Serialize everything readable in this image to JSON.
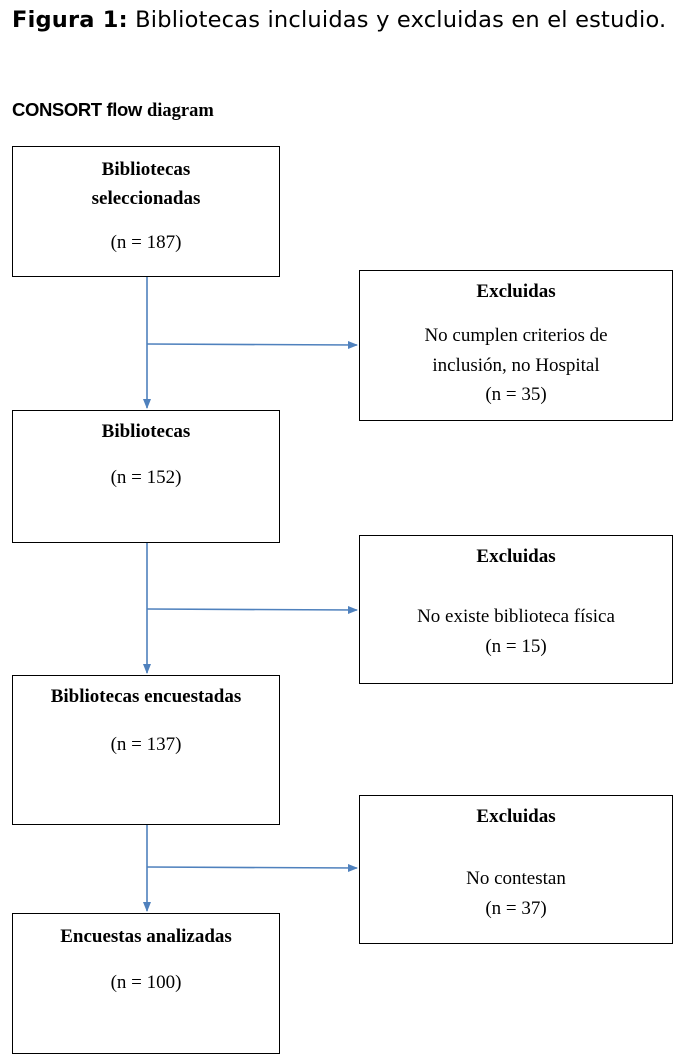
{
  "caption": {
    "label": "Figura 1:",
    "text": "Bibliotecas incluidas y excluidas en el estudio."
  },
  "subtitle": {
    "part1": "CONSORT flow",
    "part2": "diagram"
  },
  "main_boxes": [
    {
      "title_lines": [
        "Bibliotecas",
        "seleccionadas"
      ],
      "count": "(n = 187)"
    },
    {
      "title_lines": [
        "Bibliotecas"
      ],
      "count": "(n = 152)"
    },
    {
      "title_lines": [
        "Bibliotecas encuestadas"
      ],
      "count": "(n = 137)"
    },
    {
      "title_lines": [
        "Encuestas analizadas"
      ],
      "count": "(n = 100)"
    }
  ],
  "excluded_boxes": [
    {
      "title": "Excluidas",
      "reason_lines": [
        "No cumplen criterios de",
        "inclusión, no Hospital"
      ],
      "count": "(n = 35)"
    },
    {
      "title": "Excluidas",
      "reason_lines": [
        "No existe biblioteca física"
      ],
      "count": "(n = 15)"
    },
    {
      "title": "Excluidas",
      "reason_lines": [
        "No contestan"
      ],
      "count": "(n = 37)"
    }
  ],
  "colors": {
    "arrow": "#4f81bd",
    "border": "#000000"
  }
}
